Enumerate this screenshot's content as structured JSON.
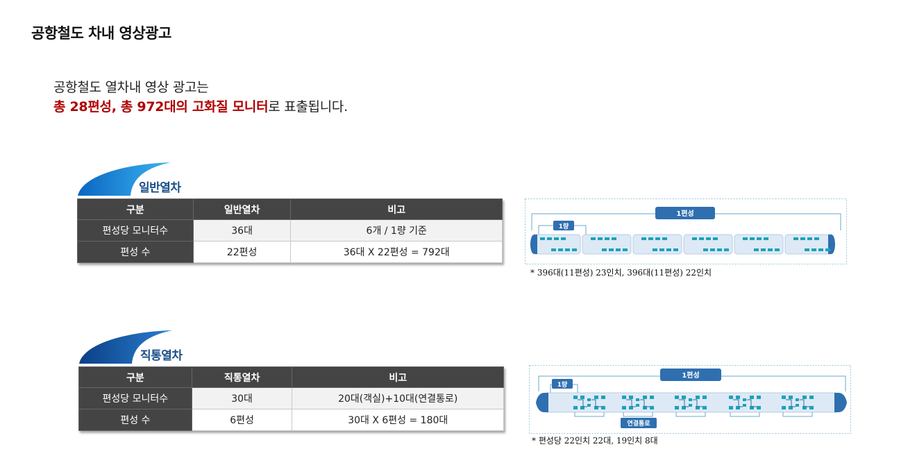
{
  "page": {
    "title": "공항철도 차내 영상광고"
  },
  "intro": {
    "line1": "공항철도 열차내 영상 광고는",
    "highlight_a": "총 28편성, 총 972대의 고화질 ",
    "highlight_b": "모니터",
    "line2_rest": "로 표출됩니다."
  },
  "general": {
    "tab_label": "일반열차",
    "headers": [
      "구분",
      "일반열차",
      "비고"
    ],
    "rows": [
      [
        "편성당 모니터수",
        "36대",
        "6개 / 1량 기준"
      ],
      [
        "편성 수",
        "22편성",
        "36대 X 22편성 = 792대"
      ]
    ],
    "diagram": {
      "formation_label": "1편성",
      "car_label": "1량",
      "cars": 6
    },
    "note": "* 396대(11편성) 23인치, 396대(11편성) 22인치"
  },
  "express": {
    "tab_label": "직통열차",
    "headers": [
      "구분",
      "직통열차",
      "비고"
    ],
    "rows": [
      [
        "편성당 모니터수",
        "30대",
        "20대(객실)+10대(연결통로)"
      ],
      [
        "편성 수",
        "6편성",
        "30대 X 6편성 = 180대"
      ]
    ],
    "diagram": {
      "formation_label": "1편성",
      "car_label": "1량",
      "passage_label": "연결통로",
      "cars": 5
    },
    "note": "* 편성당 22인치 22대, 19인치 8대"
  },
  "colors": {
    "accent_red": "#b00000",
    "header_dark": "#444444",
    "tab_blue": "#1f8fd6",
    "tab_navy": "#1a4f8a",
    "monitor": "#1aa3b8",
    "train_body": "#dde9f5",
    "train_nose": "#2f6fb0"
  }
}
